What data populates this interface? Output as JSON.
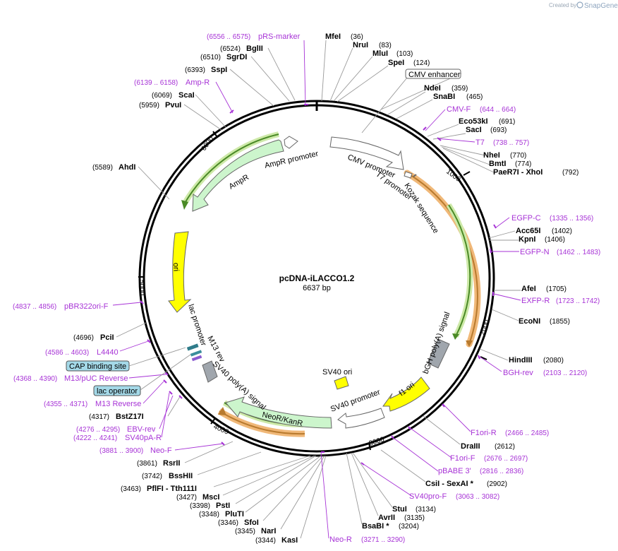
{
  "credit": {
    "prefix": "Created by",
    "brand": "SnapGene"
  },
  "plasmid": {
    "name": "pcDNA-iLACCO1.2",
    "length_label": "6637 bp",
    "length": 6637
  },
  "ticks": [
    "1000",
    "2000",
    "3000",
    "4000",
    "5000",
    "6000"
  ],
  "enzymes": [
    {
      "name": "MfeI",
      "pos": "(36)"
    },
    {
      "name": "NruI",
      "pos": "(83)"
    },
    {
      "name": "MluI",
      "pos": "(103)"
    },
    {
      "name": "SpeI",
      "pos": "(124)"
    },
    {
      "name": "NdeI",
      "pos": "(359)"
    },
    {
      "name": "SnaBI",
      "pos": "(465)"
    },
    {
      "name": "Eco53kI",
      "pos": "(691)"
    },
    {
      "name": "SacI",
      "pos": "(693)"
    },
    {
      "name": "NheI",
      "pos": "(770)"
    },
    {
      "name": "BmtI",
      "pos": "(774)"
    },
    {
      "name": "PaeR7I - XhoI",
      "pos": "(792)"
    },
    {
      "name": "Acc65I",
      "pos": "(1402)"
    },
    {
      "name": "KpnI",
      "pos": "(1406)"
    },
    {
      "name": "AfeI",
      "pos": "(1705)"
    },
    {
      "name": "EcoNI",
      "pos": "(1855)"
    },
    {
      "name": "HindIII",
      "pos": "(2080)"
    },
    {
      "name": "DraIII",
      "pos": "(2612)"
    },
    {
      "name": "CsiI - SexAI *",
      "pos": "(2902)"
    },
    {
      "name": "StuI",
      "pos": "(3134)"
    },
    {
      "name": "AvrII",
      "pos": "(3135)"
    },
    {
      "name": "BsaBI *",
      "pos": "(3204)"
    },
    {
      "name": "KasI",
      "pos": "(3344)"
    },
    {
      "name": "NarI",
      "pos": "(3345)"
    },
    {
      "name": "SfoI",
      "pos": "(3346)"
    },
    {
      "name": "PluTI",
      "pos": "(3348)"
    },
    {
      "name": "PstI",
      "pos": "(3398)"
    },
    {
      "name": "MscI",
      "pos": "(3427)"
    },
    {
      "name": "PflFI - Tth111I",
      "pos": "(3463)"
    },
    {
      "name": "BssHII",
      "pos": "(3742)"
    },
    {
      "name": "RsrII",
      "pos": "(3861)"
    },
    {
      "name": "BstZ17I",
      "pos": "(4317)"
    },
    {
      "name": "PciI",
      "pos": "(4696)"
    },
    {
      "name": "AhdI",
      "pos": "(5589)"
    },
    {
      "name": "PvuI",
      "pos": "(5959)"
    },
    {
      "name": "ScaI",
      "pos": "(6069)"
    },
    {
      "name": "SspI",
      "pos": "(6393)"
    },
    {
      "name": "SgrDI",
      "pos": "(6510)"
    },
    {
      "name": "BglII",
      "pos": "(6524)"
    }
  ],
  "primers": [
    {
      "name": "pRS-marker",
      "pos": "(6556 .. 6575)"
    },
    {
      "name": "Amp-R",
      "pos": "(6139 .. 6158)"
    },
    {
      "name": "CMV-F",
      "pos": "(644 .. 664)"
    },
    {
      "name": "T7",
      "pos": "(738 .. 757)"
    },
    {
      "name": "EGFP-C",
      "pos": "(1335 .. 1356)"
    },
    {
      "name": "EGFP-N",
      "pos": "(1462 .. 1483)"
    },
    {
      "name": "EXFP-R",
      "pos": "(1723 .. 1742)"
    },
    {
      "name": "BGH-rev",
      "pos": "(2103 .. 2120)"
    },
    {
      "name": "F1ori-R",
      "pos": "(2466 .. 2485)"
    },
    {
      "name": "F1ori-F",
      "pos": "(2676 .. 2697)"
    },
    {
      "name": "pBABE 3'",
      "pos": "(2816 .. 2836)"
    },
    {
      "name": "SV40pro-F",
      "pos": "(3063 .. 3082)"
    },
    {
      "name": "Neo-R",
      "pos": "(3271 .. 3290)"
    },
    {
      "name": "Neo-F",
      "pos": "(3881 .. 3900)"
    },
    {
      "name": "SV40pA-R",
      "pos": "(4222 .. 4241)"
    },
    {
      "name": "EBV-rev",
      "pos": "(4276 .. 4295)"
    },
    {
      "name": "M13 Reverse",
      "pos": "(4355 .. 4371)"
    },
    {
      "name": "M13/pUC Reverse",
      "pos": "(4368 .. 4390)"
    },
    {
      "name": "L4440",
      "pos": "(4586 .. 4603)"
    },
    {
      "name": "pBR322ori-F",
      "pos": "(4837 .. 4856)"
    }
  ],
  "boxed_labels": [
    "CMV enhancer",
    "CAP binding site",
    "lac operator"
  ],
  "features": [
    {
      "name": "CMV promoter"
    },
    {
      "name": "T7 promoter"
    },
    {
      "name": "Kozak sequence"
    },
    {
      "name": "bGH poly(A) signal"
    },
    {
      "name": "f1 ori"
    },
    {
      "name": "SV40 promoter"
    },
    {
      "name": "SV40 ori"
    },
    {
      "name": "NeoR/KanR"
    },
    {
      "name": "SV40 poly(A) signal"
    },
    {
      "name": "M13 rev"
    },
    {
      "name": "lac promoter"
    },
    {
      "name": "ori"
    },
    {
      "name": "AmpR"
    },
    {
      "name": "AmpR promoter"
    }
  ],
  "colors": {
    "ampr": "#ccf5cc",
    "ori": "#ffff00",
    "promoter": "#ffffff",
    "polyA": "#a0a6ad",
    "orf_orange": "#f0b878",
    "orf_green": "#5a9a2e",
    "primer": "#a733d6",
    "cap_box": "#a4d9e8"
  }
}
